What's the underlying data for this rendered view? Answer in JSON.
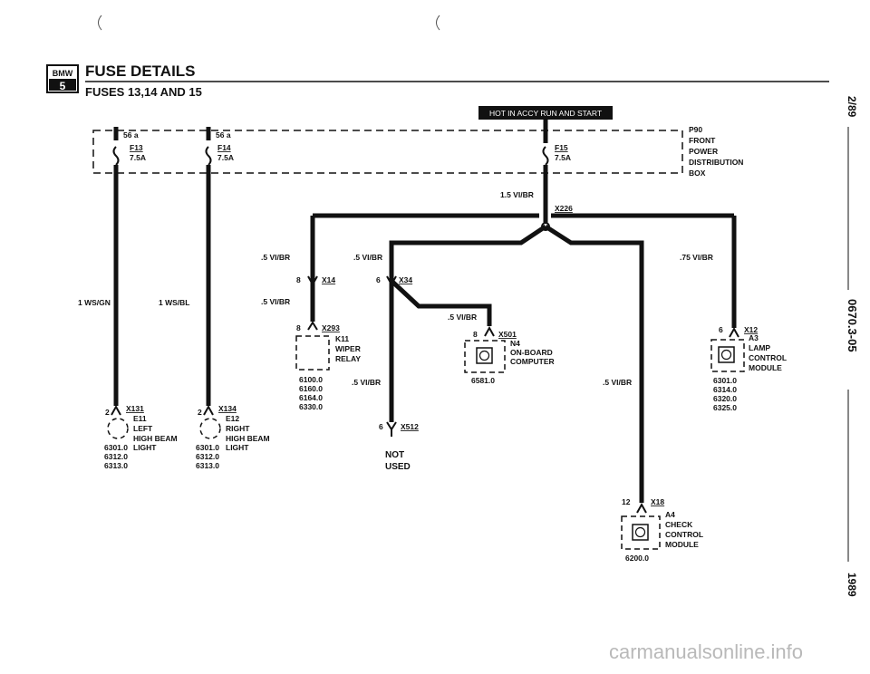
{
  "header": {
    "logo_top": "BMW",
    "logo_bottom": "5",
    "title": "FUSE DETAILS",
    "subtitle": "FUSES 13,14 AND 15"
  },
  "side": {
    "page": "2/89",
    "doc": "0670.3-05",
    "year": "1989"
  },
  "hot_label": "HOT IN ACCY RUN AND START",
  "power_box": [
    "P90",
    "FRONT",
    "POWER",
    "DISTRIBUTION",
    "BOX"
  ],
  "fuses": [
    {
      "pin": "56 a",
      "name": "F13",
      "rating": "7.5A"
    },
    {
      "pin": "56 a",
      "name": "F14",
      "rating": "7.5A"
    },
    {
      "name": "F15",
      "rating": "7.5A"
    }
  ],
  "wires": {
    "w1": "1 WS/GN",
    "w2": "1 WS/BL",
    "w3": "1.5 VI/BR",
    "w4": ".5 VI/BR",
    "w5": ".5 VI/BR",
    "w6": ".5 VI/BR",
    "w7": ".5 VI/BR",
    "w8": ".5 VI/BR",
    "w9": ".5 VI/BR",
    "w10": ".75 VI/BR"
  },
  "splice": "X226",
  "connectors": {
    "x14": {
      "pin": "8",
      "name": "X14"
    },
    "x34": {
      "pin": "6",
      "name": "X34"
    },
    "x293": {
      "pin": "8",
      "name": "X293"
    },
    "x501": {
      "pin": "8",
      "name": "X501"
    },
    "x512": {
      "pin": "6",
      "name": "X512"
    },
    "x12": {
      "pin": "6",
      "name": "X12"
    },
    "x131": {
      "pin": "2",
      "name": "X131"
    },
    "x134": {
      "pin": "2",
      "name": "X134"
    },
    "x18": {
      "pin": "12",
      "name": "X18"
    }
  },
  "components": {
    "k11": {
      "lines": [
        "K11",
        "WIPER",
        "RELAY"
      ],
      "refs": [
        "6100.0",
        "6160.0",
        "6164.0",
        "6330.0"
      ]
    },
    "n4": {
      "lines": [
        "N4",
        "ON-BOARD",
        "COMPUTER"
      ],
      "refs": [
        "6581.0"
      ]
    },
    "a3": {
      "lines": [
        "A3",
        "LAMP",
        "CONTROL",
        "MODULE"
      ],
      "refs": [
        "6301.0",
        "6314.0",
        "6320.0",
        "6325.0"
      ]
    },
    "e11": {
      "lines": [
        "E11",
        "LEFT",
        "HIGH BEAM",
        "LIGHT"
      ],
      "refs": [
        "6301.0",
        "6312.0",
        "6313.0"
      ]
    },
    "e12": {
      "lines": [
        "E12",
        "RIGHT",
        "HIGH BEAM",
        "LIGHT"
      ],
      "refs": [
        "6301.0",
        "6312.0",
        "6313.0"
      ]
    },
    "a4": {
      "lines": [
        "A4",
        "CHECK",
        "CONTROL",
        "MODULE"
      ],
      "refs": [
        "6200.0"
      ]
    }
  },
  "not_used": [
    "NOT",
    "USED"
  ],
  "watermark": "carmanualsonline.info"
}
